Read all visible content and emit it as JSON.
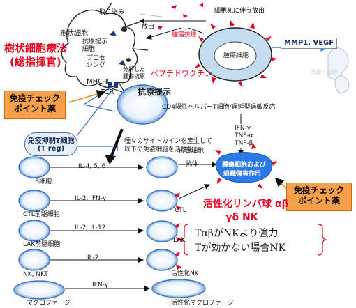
{
  "dendritic": {
    "title_line1": "樹状細胞療法",
    "title_line2": "(総指揮官)",
    "cell_label": "樹状細胞",
    "processing_1": "抗原提示",
    "processing_2": "細胞",
    "processing_3": "プロセ",
    "processing_4": "シング",
    "uptake": "取り込み",
    "mhc": "MHC-Ⅱ",
    "tcr": "TCR",
    "fragment_1": "分解した",
    "fragment_2": "腫瘍抗原",
    "peptide_vaccine": "ペプチドワクチン"
  },
  "tumor": {
    "release": "放出",
    "death_release": "細胞死に伴う放出",
    "antigen": "腫瘍抗原",
    "cell_label": "腫瘍細胞",
    "box": "MMP1. VEGF",
    "faint_text": "浸潤・転移"
  },
  "center": {
    "antigen_presentation": "抗原提示",
    "cd4_reaction": "CD4陽性ヘルパーT細胞/遅延型過敏反応",
    "checkpoint_left_1": "免疫チェック",
    "checkpoint_left_2": "ポイント薬",
    "treg_1": "免疫抑制T細胞",
    "treg_2": "(T reg)",
    "cytokine_1": "種々のサイトカインを産生して",
    "cytokine_2": "以下の免疫細胞を活性化",
    "ifn_g": "IFN-γ",
    "tnf_a": "TNF-α",
    "tnf_b": "TNF-β"
  },
  "cells": {
    "b_cell": "B細胞",
    "il_456": "IL-4, 5, 6",
    "plasma": "形質細胞",
    "antibody": "抗体",
    "ctl_pre": "CTL前駆細胞",
    "il2_ifng": "IL-2, IFN-γ",
    "ctl": "CTL",
    "lak_pre": "LAK前駆細胞",
    "il2_il12": "IL-2, IL-12",
    "lak": "LAK",
    "nk": "NK, NKT",
    "il2": "IL-2",
    "active_nk": "活性化NK",
    "macrophage": "マクロファージ",
    "ifng_bottom": "IFN-γ",
    "active_macrophage": "活性化マクロファージ"
  },
  "effect": {
    "blob_1": "腫瘍細胞および",
    "blob_2": "組織傷害作用",
    "checkpoint_right_1": "免疫チェック",
    "checkpoint_right_2": "ポイント薬",
    "lymph_1": "活性化リンパ球 αβ",
    "lymph_2": "γδ NK",
    "note_1": "TαβがNKより強力",
    "note_2": "Tが効かない場合NK"
  },
  "colors": {
    "checkpoint_fill": "#f6a04a",
    "accent_red": "#e8001c",
    "blob_blue": "#2a7be8",
    "arrow_blue": "#3a74c8",
    "tumor_fill": "#c4dcf0"
  }
}
